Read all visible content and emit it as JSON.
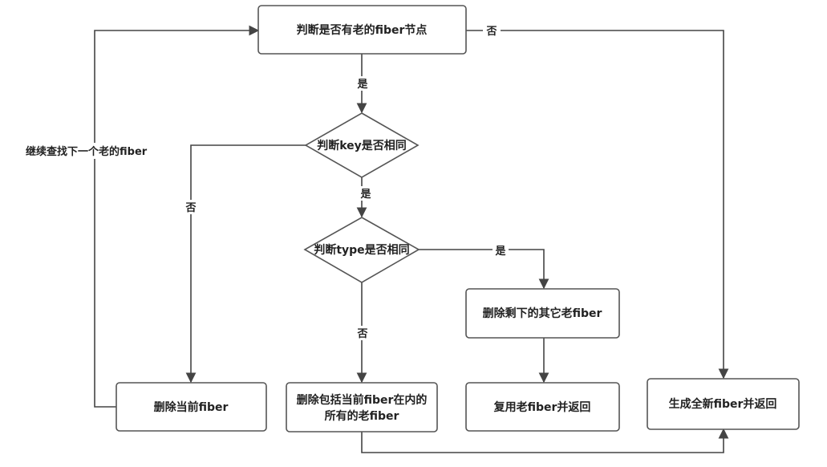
{
  "nodes": {
    "check_old_fiber": "判断是否有老的fiber节点",
    "check_key": "判断key是否相同",
    "check_type": "判断type是否相同",
    "delete_current": "删除当前fiber",
    "delete_all_line1": "删除包括当前fiber在内的",
    "delete_all_line2": "所有的老fiber",
    "delete_remaining": "删除剩下的其它老fiber",
    "reuse_old": "复用老fiber并返回",
    "create_new": "生成全新fiber并返回"
  },
  "edges": {
    "old_fiber_yes": "是",
    "old_fiber_no": "否",
    "key_yes": "是",
    "key_no": "否",
    "type_yes": "是",
    "type_no": "否",
    "loop_back": "继续查找下一个老的fiber"
  },
  "colors": {
    "stroke": "#444444",
    "box_fill": "#ffffff",
    "text": "#222222"
  }
}
